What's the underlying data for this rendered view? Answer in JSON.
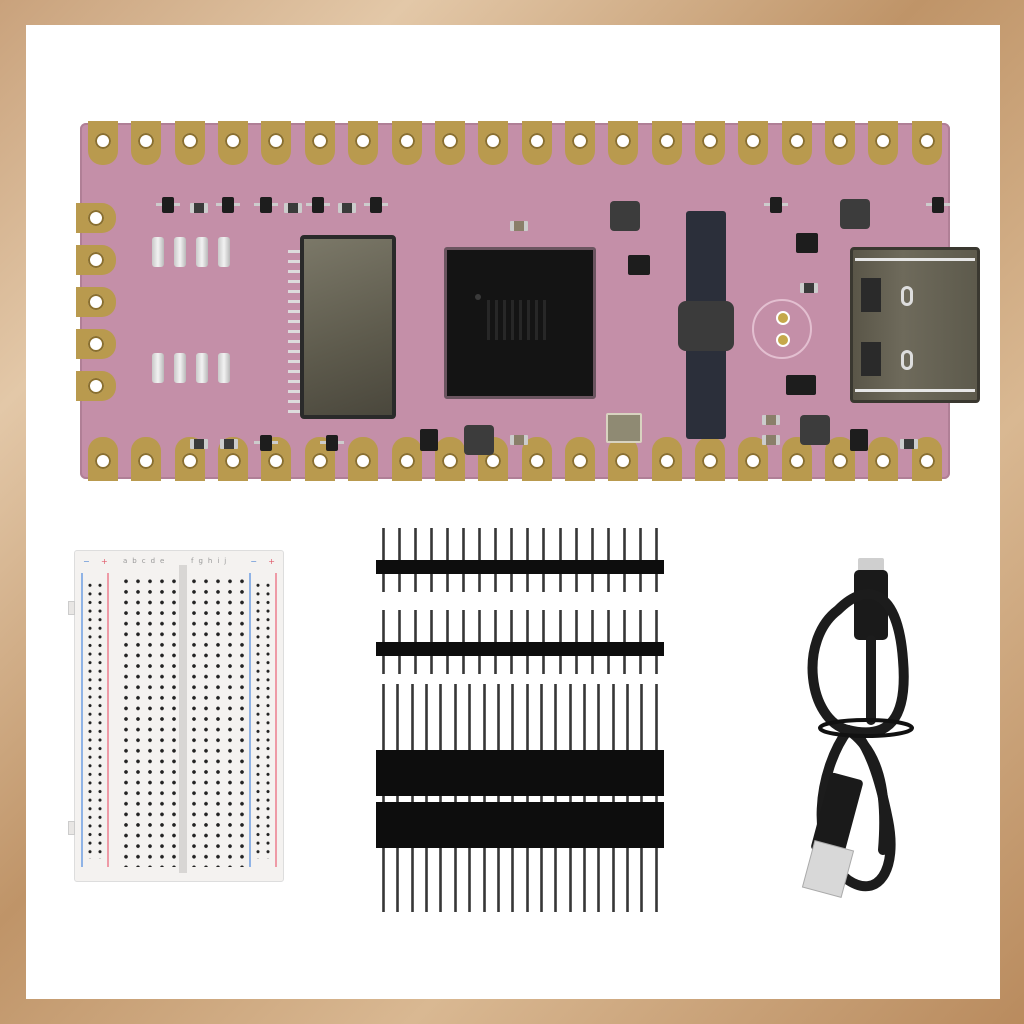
{
  "scene": {
    "description": "Product kit photo: pink microcontroller development board, mini solderless breadboard, pin headers, and USB cable",
    "background_color": "#c9a27c",
    "frame_color": "#ffffff"
  },
  "board": {
    "color": "#c48fa8",
    "pad_color": "#b99a4e",
    "top_pads": 20,
    "bottom_pads": 20,
    "side_pads": 5,
    "components": [
      "main-chip",
      "microsd-slot",
      "usb-c-port",
      "flex-connector",
      "crystal",
      "mounting-hole"
    ]
  },
  "breadboard": {
    "left_letters": "abcde",
    "right_letters": "fghij",
    "plus_sign": "+",
    "minus_sign": "−",
    "rail_colors": {
      "positive": "#e05a6a",
      "negative": "#5a8fd6"
    }
  },
  "headers": {
    "male_strips": 2,
    "male_pins_per_strip": 18,
    "female_strips": 2,
    "female_pins_per_strip": 20
  },
  "cable": {
    "type": "USB-A to USB-C",
    "color": "#1a1a1a"
  }
}
